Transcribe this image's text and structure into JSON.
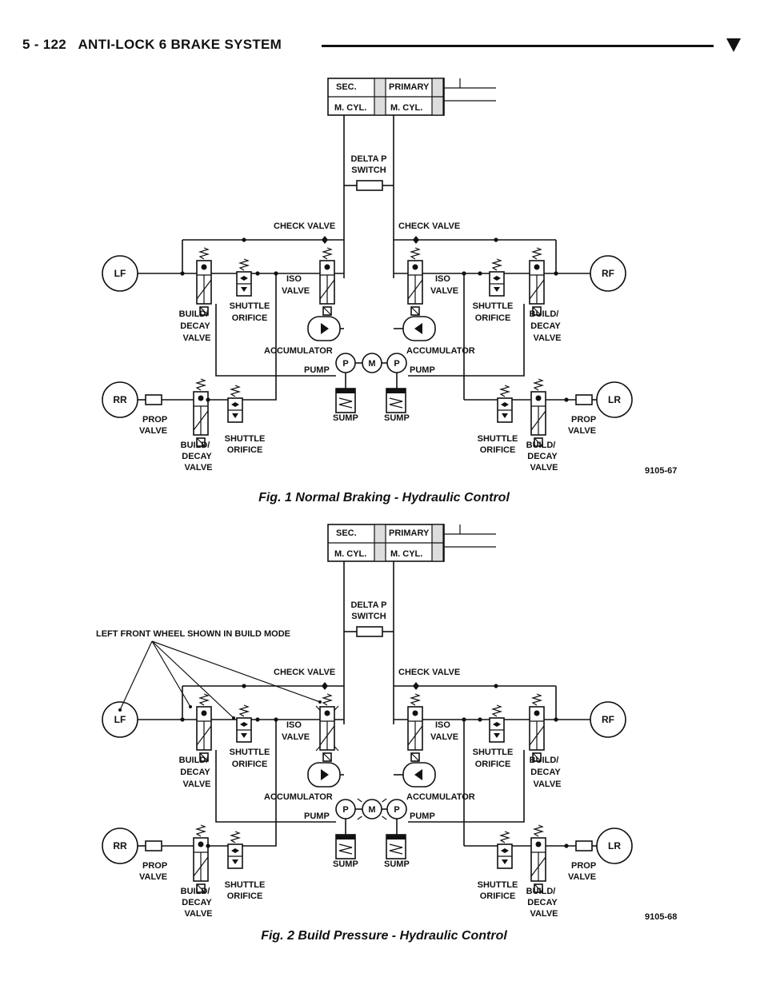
{
  "header": {
    "section": "5 - 122",
    "title": "ANTI-LOCK 6 BRAKE SYSTEM"
  },
  "figures": [
    {
      "caption": "Fig. 1 Normal Braking - Hydraulic Control",
      "code": "9105-67",
      "annotation": ""
    },
    {
      "caption": "Fig. 2 Build Pressure - Hydraulic Control",
      "code": "9105-68",
      "annotation": "LEFT FRONT WHEEL SHOWN IN BUILD MODE"
    }
  ],
  "labels": {
    "sec": "SEC.",
    "primary": "PRIMARY",
    "mcyl": "M. CYL.",
    "delta_p_1": "DELTA P",
    "delta_p_2": "SWITCH",
    "check_valve": "CHECK VALVE",
    "lf": "LF",
    "rf": "RF",
    "rr": "RR",
    "lr": "LR",
    "iso_1": "ISO",
    "iso_2": "VALVE",
    "shuttle_1": "SHUTTLE",
    "shuttle_2": "ORIFICE",
    "build_1": "BUILD/",
    "build_2": "DECAY",
    "build_3": "VALVE",
    "accumulator": "ACCUMULATOR",
    "pump": "PUMP",
    "sump": "SUMP",
    "prop_1": "PROP",
    "prop_2": "VALVE",
    "p": "P",
    "m": "M"
  }
}
